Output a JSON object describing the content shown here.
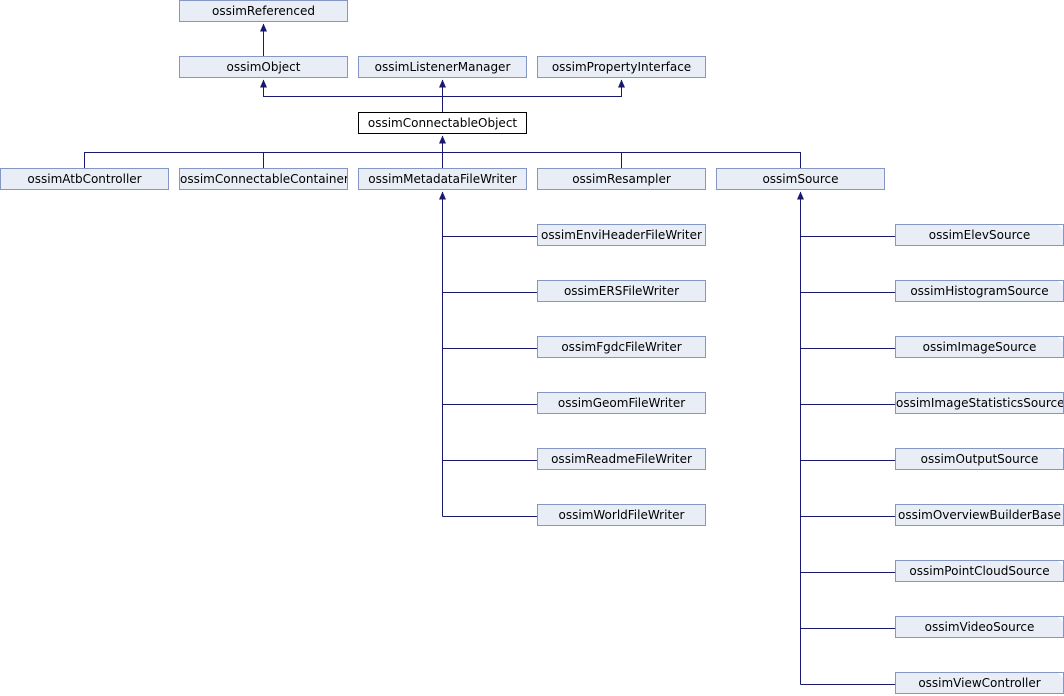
{
  "diagram": {
    "colors": {
      "edge": "#191970",
      "node_fill": "#e8edf6",
      "node_border": "#8497c4",
      "current_border": "#000000"
    },
    "nodes": {
      "referenced": "ossimReferenced",
      "object": "ossimObject",
      "listener_manager": "ossimListenerManager",
      "property_interface": "ossimPropertyInterface",
      "connectable_object": "ossimConnectableObject",
      "atb_controller": "ossimAtbController",
      "connectable_container": "ossimConnectableContainer",
      "metadata_file_writer": "ossimMetadataFileWriter",
      "resampler": "ossimResampler",
      "source": "ossimSource",
      "envi_header_file_writer": "ossimEnviHeaderFileWriter",
      "ers_file_writer": "ossimERSFileWriter",
      "fgdc_file_writer": "ossimFgdcFileWriter",
      "geom_file_writer": "ossimGeomFileWriter",
      "readme_file_writer": "ossimReadmeFileWriter",
      "world_file_writer": "ossimWorldFileWriter",
      "elev_source": "ossimElevSource",
      "histogram_source": "ossimHistogramSource",
      "image_source": "ossimImageSource",
      "image_statistics_source": "ossimImageStatisticsSource",
      "output_source": "ossimOutputSource",
      "overview_builder_base": "ossimOverviewBuilderBase",
      "point_cloud_source": "ossimPointCloudSource",
      "video_source": "ossimVideoSource",
      "view_controller": "ossimViewController"
    }
  }
}
